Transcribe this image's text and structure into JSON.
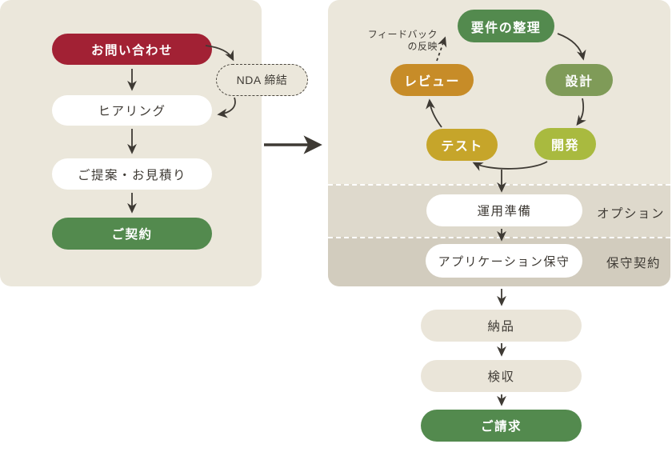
{
  "colors": {
    "page_bg": "#ffffff",
    "panel_bg": "#ebe7db",
    "option_band_bg": "#ded9cc",
    "maintenance_band_bg": "#d2ccbe",
    "pill_white": "#ffffff",
    "pill_beige": "#eae5d9",
    "accent_red": "#a22134",
    "accent_green": "#538a4e",
    "accent_sage_green": "#7f9b58",
    "accent_yellow_green": "#a9ba3f",
    "accent_mustard": "#c6a52a",
    "accent_amber": "#c78c28",
    "text_and_arrows": "#3e3a34"
  },
  "left_panel": {
    "steps": [
      {
        "label": "お問い合わせ"
      },
      {
        "label": "ヒアリング"
      },
      {
        "label": "ご提案・お見積り"
      },
      {
        "label": "ご契約"
      }
    ],
    "nda_label": "NDA 締結"
  },
  "cycle": {
    "feedback_line1": "フィードバック",
    "feedback_line2": "の反映",
    "nodes": [
      {
        "label": "要件の整理"
      },
      {
        "label": "設計"
      },
      {
        "label": "開発"
      },
      {
        "label": "テスト"
      },
      {
        "label": "レビュー"
      }
    ]
  },
  "bands": [
    {
      "pill_label": "運用準備",
      "tag_label": "オプション"
    },
    {
      "pill_label": "アプリケーション保守",
      "tag_label": "保守契約"
    }
  ],
  "delivery_steps": [
    {
      "label": "納品"
    },
    {
      "label": "検収"
    },
    {
      "label": "ご請求"
    }
  ]
}
